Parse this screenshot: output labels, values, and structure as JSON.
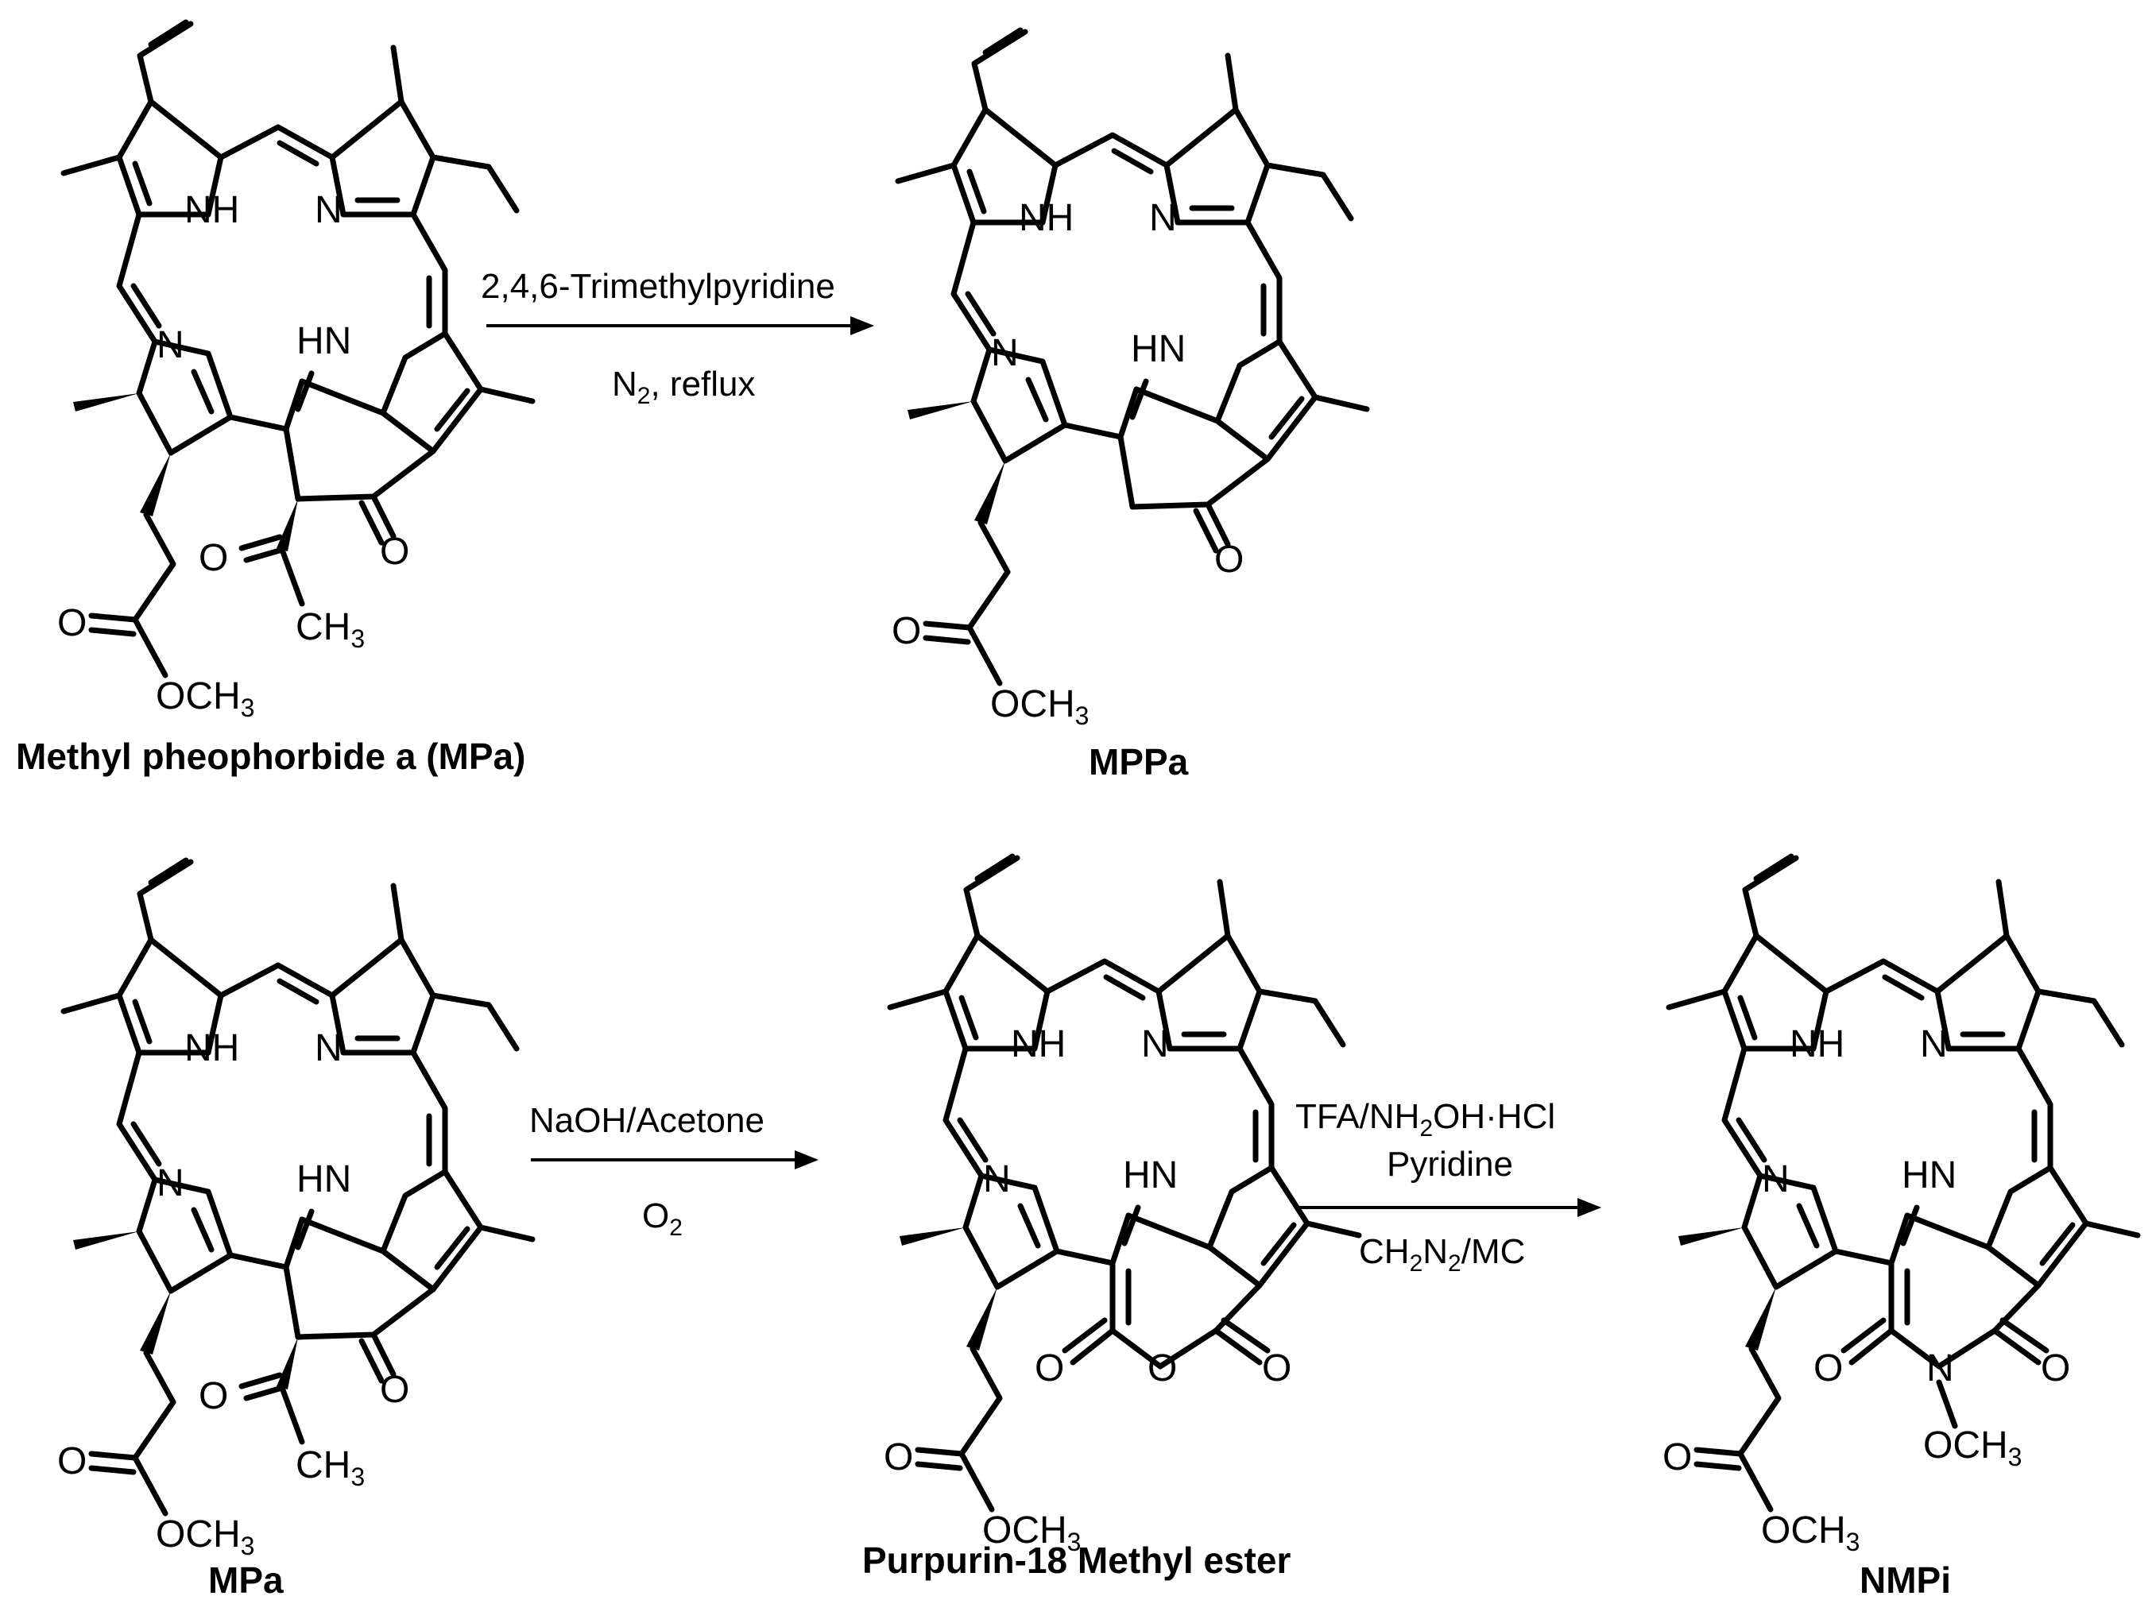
{
  "reactions": [
    {
      "conditions_above": "2,4,6-Trimethylpyridine",
      "conditions_below": [
        "N",
        "2",
        ", reflux"
      ]
    },
    {
      "conditions_above": "NaOH/Acetone",
      "conditions_below": [
        "O",
        "2"
      ]
    },
    {
      "conditions_line1": [
        "TFA/NH",
        "2",
        "OH·HCl"
      ],
      "conditions_line2": "Pyridine",
      "conditions_line3": [
        "CH",
        "2",
        "N",
        "2",
        "/MC"
      ]
    }
  ],
  "compounds": {
    "mpa_top": {
      "name": "Methyl pheophorbide a (MPa)",
      "ring_variant": "acetyl-cyclopentanone"
    },
    "mppa": {
      "name": "MPPa",
      "ring_variant": "cyclopentanone"
    },
    "mpa_bottom": {
      "name": "MPa",
      "ring_variant": "acetyl-cyclopentanone"
    },
    "purpurin": {
      "name": "Purpurin-18 Methyl ester",
      "ring_variant": "anhydride"
    },
    "nmpi": {
      "name": "NMPi",
      "ring_variant": "N-methoxyimide"
    }
  },
  "atoms": {
    "nh": "NH",
    "n": "N",
    "hn": "HN",
    "o": "O",
    "n_atom": "N",
    "och3": [
      "OCH",
      "3"
    ],
    "ch3": [
      "CH",
      "3"
    ]
  }
}
